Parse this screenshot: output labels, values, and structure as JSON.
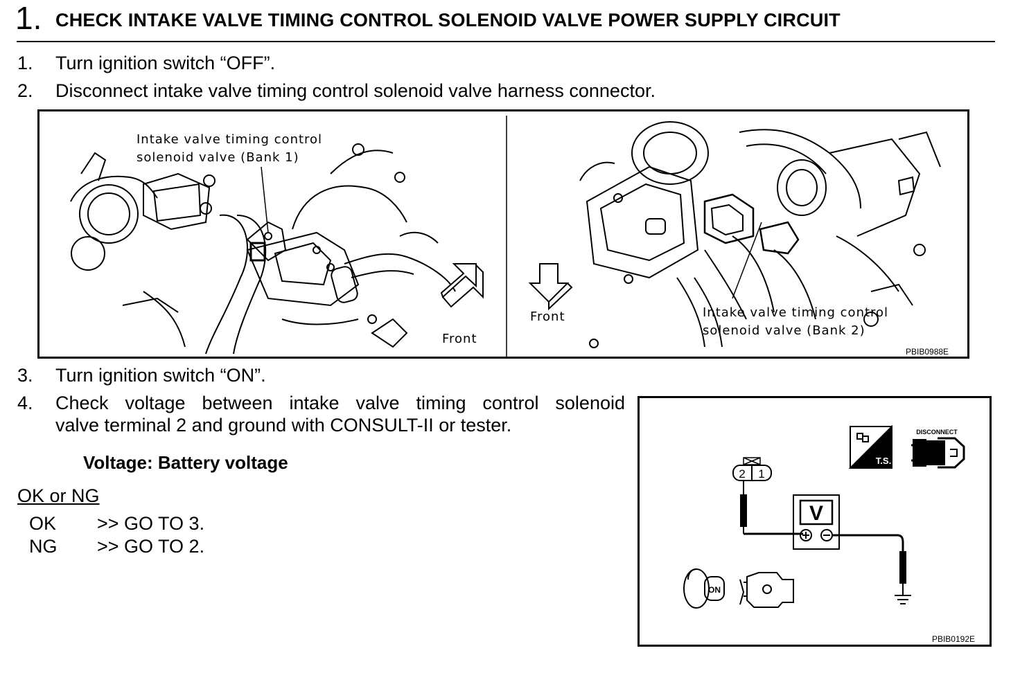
{
  "header": {
    "number": "1.",
    "title": "CHECK INTAKE VALVE TIMING CONTROL SOLENOID VALVE POWER SUPPLY CIRCUIT"
  },
  "steps": [
    {
      "num": "1.",
      "text": "Turn ignition switch “OFF”."
    },
    {
      "num": "2.",
      "text": "Disconnect intake valve timing control solenoid valve harness connector."
    },
    {
      "num": "3.",
      "text": "Turn ignition switch “ON”."
    },
    {
      "num": "4.",
      "text_line1": "Check voltage between intake valve timing control solenoid",
      "text_line2": "valve terminal 2 and ground with CONSULT-II or tester."
    }
  ],
  "figure1": {
    "left_label_line1": "Intake valve timing control",
    "left_label_line2": "solenoid valve (Bank 1)",
    "left_front": "Front",
    "right_front": "Front",
    "right_label_line1": "Intake valve timing control",
    "right_label_line2": "solenoid valve (Bank 2)",
    "code": "PBIB0988E"
  },
  "spec": "Voltage: Battery voltage",
  "result": {
    "heading": "OK or NG",
    "rows": [
      {
        "status": "OK",
        "action": ">> GO TO 3."
      },
      {
        "status": "NG",
        "action": ">> GO TO 2."
      }
    ]
  },
  "figure2": {
    "disconnect_label": "DISCONNECT",
    "ts_label": "T.S.",
    "meter_label": "V",
    "terminal_a": "2",
    "terminal_b": "1",
    "key_label": "ON",
    "code": "PBIB0192E"
  }
}
